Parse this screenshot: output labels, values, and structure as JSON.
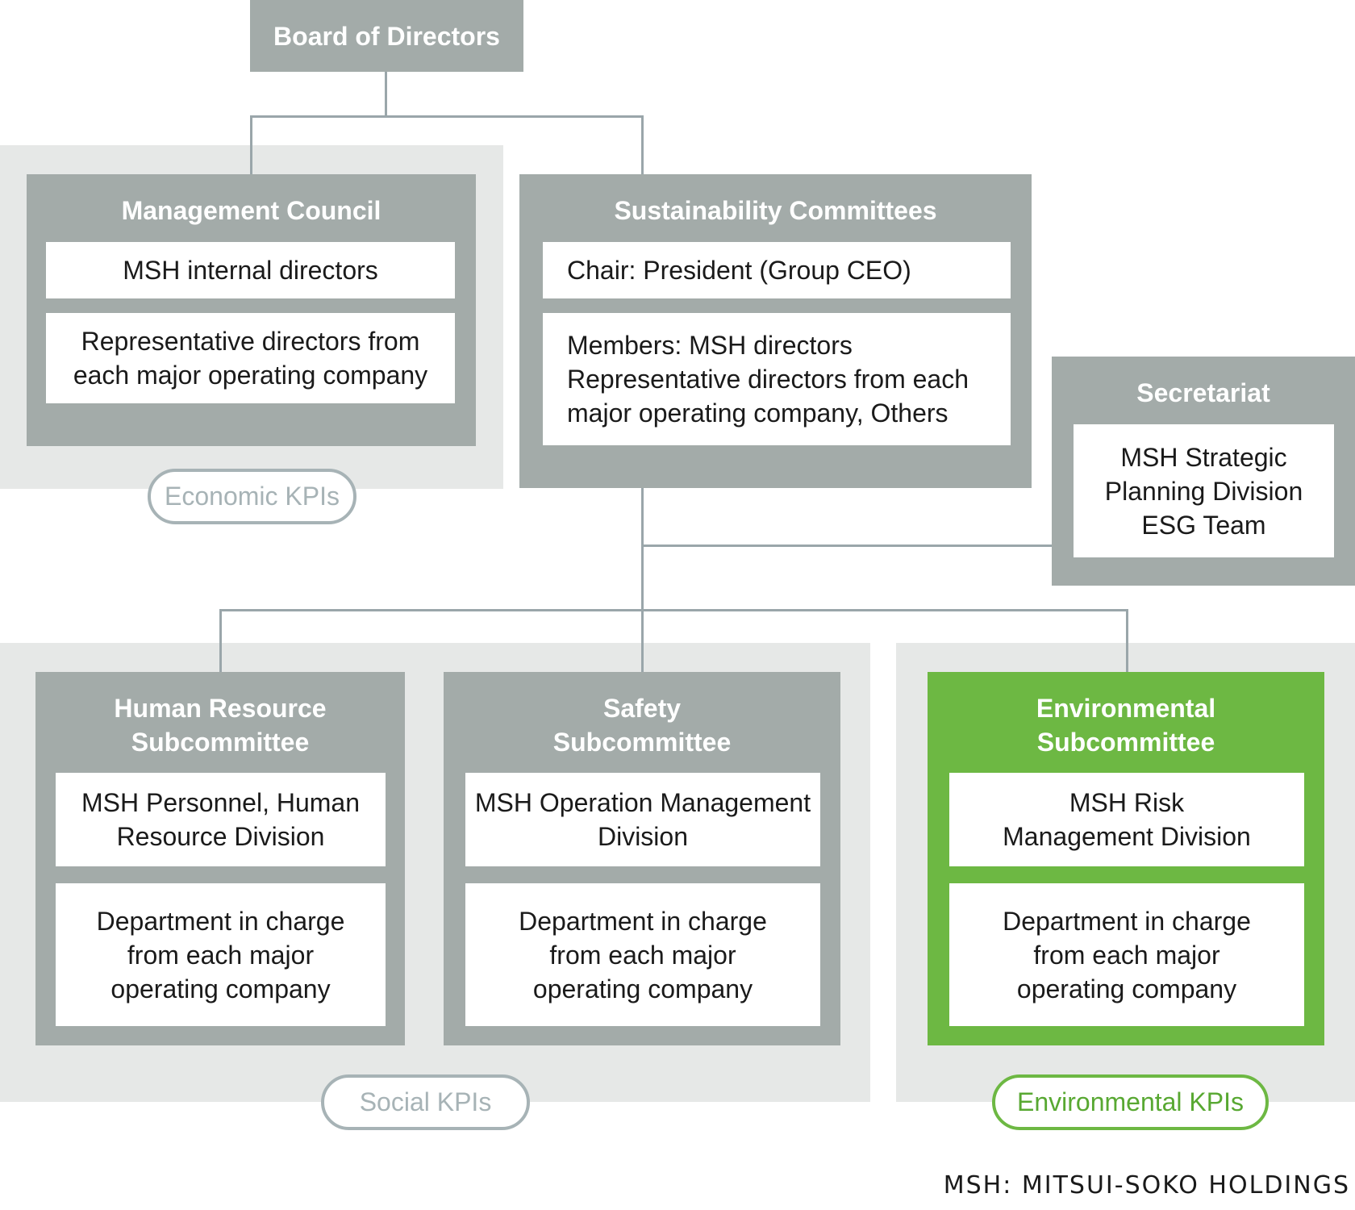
{
  "board": {
    "title": "Board of Directors"
  },
  "management_council": {
    "title": "Management Council",
    "items": [
      "MSH internal directors",
      "Representative directors from\neach major operating company"
    ]
  },
  "sustainability_committees": {
    "title": "Sustainability Committees",
    "items": [
      "Chair: President (Group CEO)",
      "Members: MSH directors\nRepresentative directors from each\nmajor operating company, Others"
    ]
  },
  "secretariat": {
    "title": "Secretariat",
    "items": [
      "MSH Strategic\nPlanning Division\nESG Team"
    ]
  },
  "hr_subcommittee": {
    "title": "Human Resource\nSubcommittee",
    "items": [
      "MSH Personnel, Human\nResource Division",
      "Department in charge\nfrom each major\noperating company"
    ]
  },
  "safety_subcommittee": {
    "title": "Safety\nSubcommittee",
    "items": [
      "MSH Operation Management\nDivision",
      "Department in charge\nfrom each major\noperating company"
    ]
  },
  "environmental_subcommittee": {
    "title": "Environmental\nSubcommittee",
    "items": [
      "MSH Risk\nManagement Division",
      "Department in charge\nfrom each major\noperating company"
    ]
  },
  "kpis": {
    "economic": "Economic KPIs",
    "social": "Social KPIs",
    "environmental": "Environmental KPIs"
  },
  "footnote": "MSH: MITSUI-SOKO HOLDINGS",
  "colors": {
    "box_gray": "#a3aba9",
    "zone_gray": "#e6e8e7",
    "accent_green": "#6db843",
    "connector": "#9aa6aa"
  }
}
